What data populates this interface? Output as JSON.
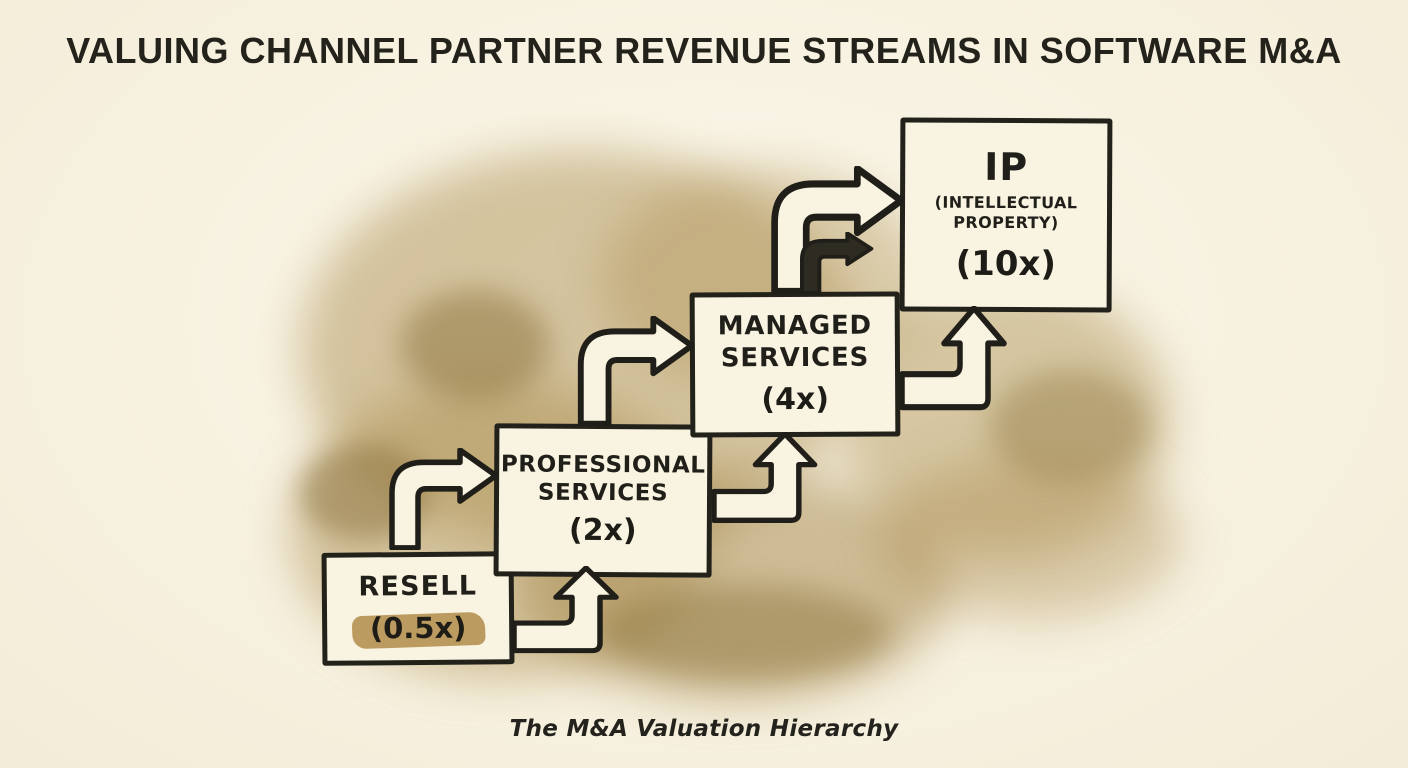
{
  "title": "VALUING CHANNEL PARTNER REVENUE STREAMS IN SOFTWARE M&A",
  "caption": "The M&A Valuation Hierarchy",
  "steps": {
    "resell": {
      "line1": "RESELL",
      "multiple": "(0.5x)"
    },
    "professional": {
      "line1": "PROFESSIONAL",
      "line2": "SERVICES",
      "multiple": "(2x)"
    },
    "managed": {
      "line1": "MANAGED",
      "line2": "SERVICES",
      "multiple": "(4x)"
    },
    "ip": {
      "line1": "IP",
      "sublabel": "(INTELLECTUAL PROPERTY)",
      "multiple": "(10x)"
    }
  },
  "arrows": [
    {
      "from": "resell",
      "to": "professional"
    },
    {
      "from": "professional",
      "to": "managed"
    },
    {
      "from": "managed",
      "to": "ip"
    }
  ],
  "colors": {
    "paper": "#f7f1e0",
    "ink": "#201f19",
    "wash": "#b09455",
    "highlight": "#ad8843"
  }
}
